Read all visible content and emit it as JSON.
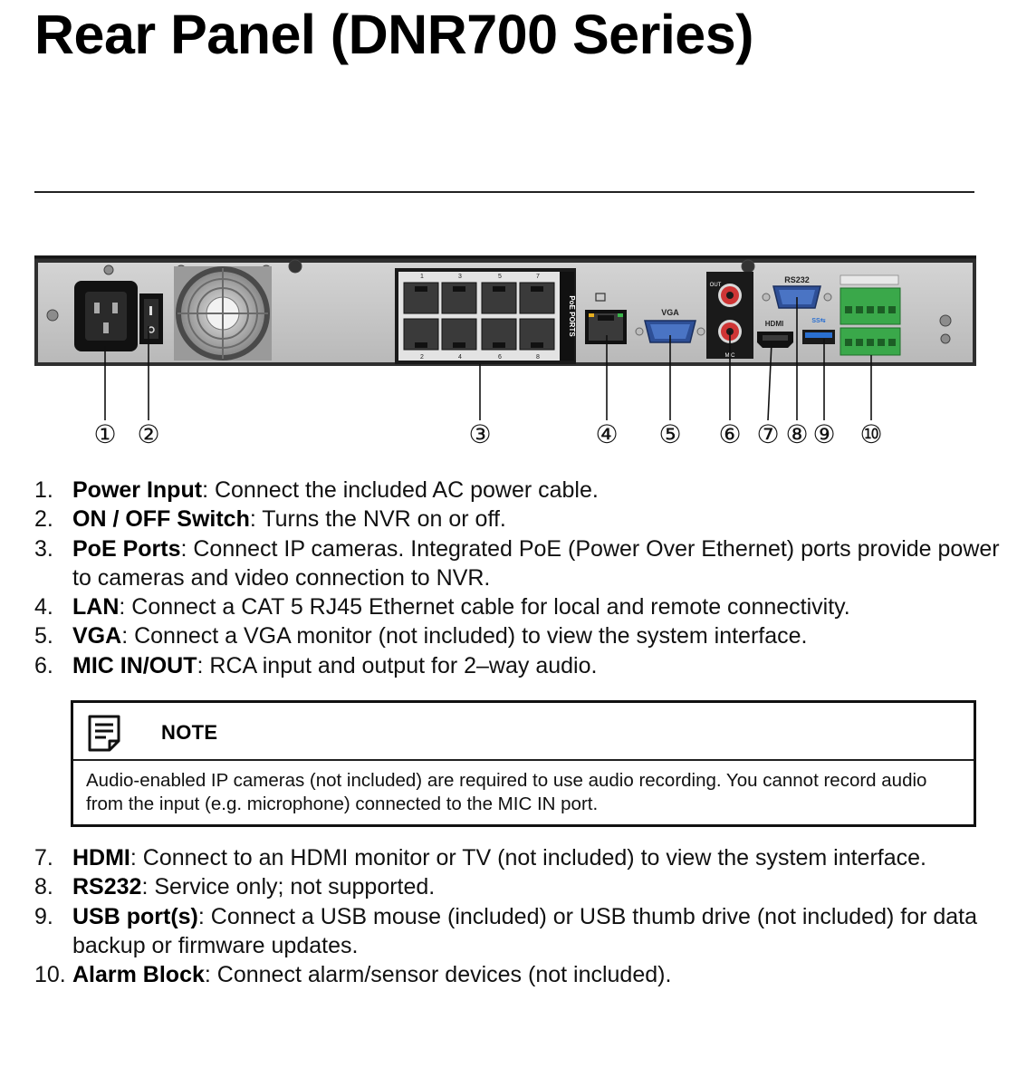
{
  "page": {
    "title": "Rear Panel (DNR700 Series)"
  },
  "figure": {
    "callouts": [
      "①",
      "②",
      "③",
      "④",
      "⑤",
      "⑥",
      "⑦",
      "⑧",
      "⑨",
      "⑩"
    ],
    "port_labels": {
      "poe": "PoE PORTS",
      "vga": "VGA",
      "rs232": "RS232",
      "hdmi": "HDMI",
      "usb": "SS⇆",
      "out": "OUT",
      "mic": "MIC",
      "poe_numbers": [
        "1",
        "3",
        "5",
        "7",
        "2",
        "4",
        "6",
        "8"
      ]
    },
    "colors": {
      "chassis": "#3a3a3a",
      "panel": "#c9c9c9",
      "vga": "#3b5fae",
      "rs232": "#4169b8",
      "usb": "#2a6fd0",
      "terminal": "#3aa84a",
      "rca": "#d43a3a"
    }
  },
  "list_a": [
    {
      "num": "1.",
      "term": "Power Input",
      "desc": ": Connect the included AC power cable."
    },
    {
      "num": "2.",
      "term": "ON / OFF Switch",
      "desc": ": Turns the NVR on or off."
    },
    {
      "num": "3.",
      "term": "PoE Ports",
      "desc": ": Connect IP cameras. Integrated PoE (Power Over Ethernet) ports provide power to cameras and video connection to NVR."
    },
    {
      "num": "4.",
      "term": "LAN",
      "desc": ": Connect a CAT 5 RJ45 Ethernet cable for local and remote connectivity."
    },
    {
      "num": "5.",
      "term": "VGA",
      "desc": ": Connect a VGA monitor (not included) to view the system interface."
    },
    {
      "num": "6.",
      "term": "MIC IN/OUT",
      "desc": ": RCA input and output for 2–way audio."
    }
  ],
  "note": {
    "icon": "note-document-icon",
    "label": "NOTE",
    "body": "Audio-enabled IP cameras (not included) are required to use audio recording. You cannot record audio from the input (e.g. microphone) connected to the MIC IN port."
  },
  "list_b": [
    {
      "num": "7.",
      "term": "HDMI",
      "desc": ": Connect to an HDMI monitor or TV (not included) to view the system interface."
    },
    {
      "num": "8.",
      "term": "RS232",
      "desc": ": Service only; not supported."
    },
    {
      "num": "9.",
      "term": "USB port(s)",
      "desc": ": Connect a USB mouse (included) or USB thumb drive (not included) for data backup or firmware updates."
    },
    {
      "num": "10.",
      "term": "Alarm Block",
      "desc": ": Connect alarm/sensor devices (not included)."
    }
  ]
}
